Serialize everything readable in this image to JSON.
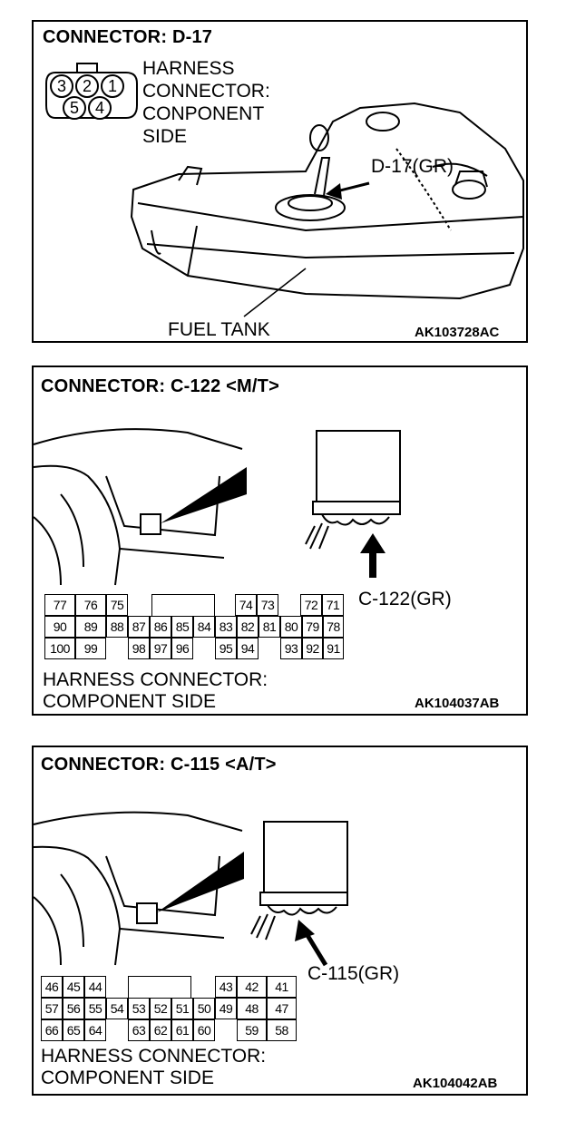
{
  "panel1": {
    "title": "CONNECTOR: D-17",
    "harness_lines": [
      "HARNESS",
      "CONNECTOR:",
      "CONPONENT",
      "SIDE"
    ],
    "pins": [
      "3",
      "2",
      "1",
      "5",
      "4"
    ],
    "callout": "D-17(GR)",
    "part_label": "FUEL TANK",
    "code": "AK103728AC"
  },
  "panel2": {
    "title": "CONNECTOR: C-122 <M/T>",
    "callout": "C-122(GR)",
    "pins_row1": [
      "77",
      "76",
      "75",
      "74",
      "73",
      "72",
      "71"
    ],
    "pins_row2": [
      "90",
      "89",
      "88",
      "87",
      "86",
      "85",
      "84",
      "83",
      "82",
      "81",
      "80",
      "79",
      "78"
    ],
    "pins_row3": [
      "100",
      "99",
      "98",
      "97",
      "96",
      "95",
      "94",
      "93",
      "92",
      "91"
    ],
    "harness_lines": [
      "HARNESS CONNECTOR:",
      "COMPONENT SIDE"
    ],
    "code": "AK104037AB"
  },
  "panel3": {
    "title": "CONNECTOR: C-115 <A/T>",
    "callout": "C-115(GR)",
    "pins_row1": [
      "46",
      "45",
      "44",
      "43",
      "42",
      "41"
    ],
    "pins_row2": [
      "57",
      "56",
      "55",
      "54",
      "53",
      "52",
      "51",
      "50",
      "49",
      "48",
      "47"
    ],
    "pins_row3": [
      "66",
      "65",
      "64",
      "63",
      "62",
      "61",
      "60",
      "59",
      "58"
    ],
    "harness_lines": [
      "HARNESS CONNECTOR:",
      "COMPONENT SIDE"
    ],
    "code": "AK104042AB"
  }
}
